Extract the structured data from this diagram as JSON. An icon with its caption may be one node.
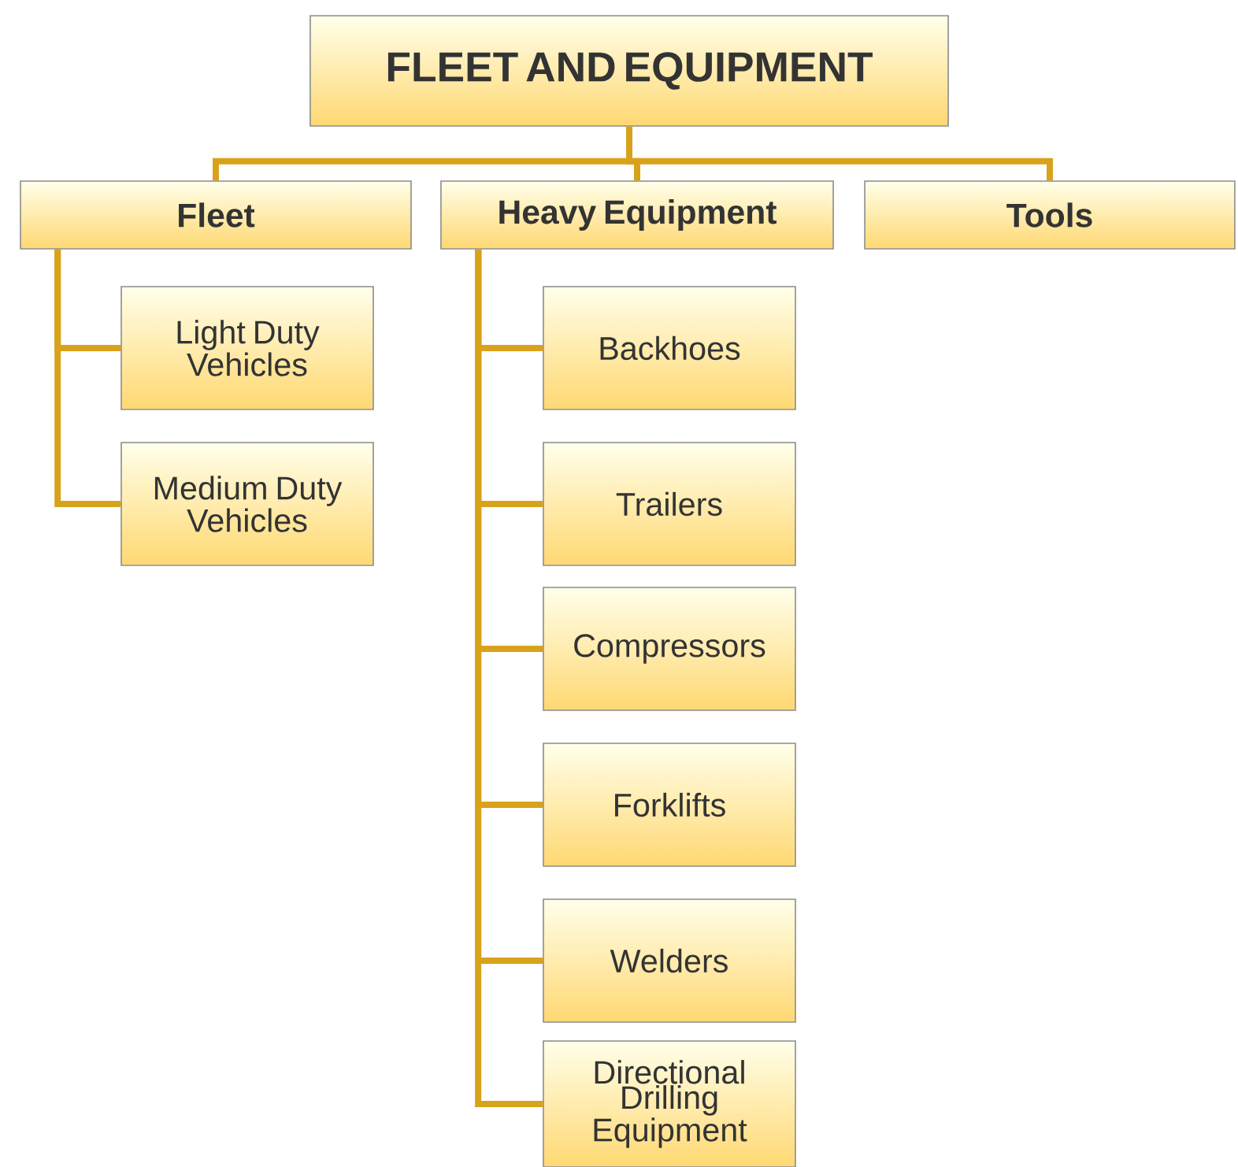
{
  "diagram": {
    "nodes": [
      {
        "text": [
          "FLEET AND EQUIPMENT"
        ]
      },
      {
        "text": [
          "Fleet"
        ]
      },
      {
        "text": [
          "Heavy Equipment"
        ]
      },
      {
        "text": [
          "Tools"
        ]
      },
      {
        "text": [
          "Light Duty Vehicles"
        ]
      },
      {
        "text": [
          "Medium Duty Vehicles"
        ]
      },
      {
        "text": [
          "Backhoes"
        ]
      },
      {
        "text": [
          "Trailers"
        ]
      },
      {
        "text": [
          "Compressors"
        ]
      },
      {
        "text": [
          "Forklifts"
        ]
      },
      {
        "text": [
          "Welders"
        ]
      },
      {
        "text": [
          "Directional Drilling Equipment"
        ]
      }
    ],
    "edges": [
      {
        "from": 0,
        "to": 1,
        "arrow": "none"
      },
      {
        "from": 0,
        "to": 2,
        "arrow": "none"
      },
      {
        "from": 0,
        "to": 3,
        "arrow": "none"
      },
      {
        "from": 1,
        "to": 4,
        "arrow": "none"
      },
      {
        "from": 1,
        "to": 5,
        "arrow": "none"
      },
      {
        "from": 2,
        "to": 6,
        "arrow": "none"
      },
      {
        "from": 2,
        "to": 7,
        "arrow": "none"
      },
      {
        "from": 2,
        "to": 8,
        "arrow": "none"
      },
      {
        "from": 2,
        "to": 9,
        "arrow": "none"
      },
      {
        "from": 2,
        "to": 10,
        "arrow": "none"
      },
      {
        "from": 2,
        "to": 11,
        "arrow": "none"
      }
    ]
  }
}
